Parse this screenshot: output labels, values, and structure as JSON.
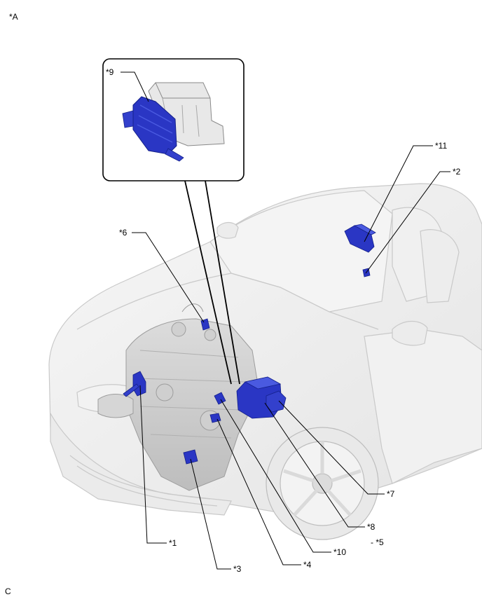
{
  "figure": {
    "view_label": "*A",
    "figure_code": "C",
    "callouts": [
      {
        "id": "c1",
        "label": "*1"
      },
      {
        "id": "c2",
        "label": "*2"
      },
      {
        "id": "c3",
        "label": "*3"
      },
      {
        "id": "c4",
        "label": "*4"
      },
      {
        "id": "c5",
        "label": "- *5"
      },
      {
        "id": "c6",
        "label": "*6"
      },
      {
        "id": "c7",
        "label": "*7"
      },
      {
        "id": "c8",
        "label": "*8"
      },
      {
        "id": "c9",
        "label": "*9"
      },
      {
        "id": "c10",
        "label": "*10"
      },
      {
        "id": "c11",
        "label": "*11"
      }
    ]
  },
  "colors": {
    "component_fill": "#2a36c4",
    "component_dark": "#16208a",
    "component_light": "#4a5ae0",
    "car_line": "#c8c8c8",
    "car_fill": "#efefef",
    "leader": "#000000"
  }
}
